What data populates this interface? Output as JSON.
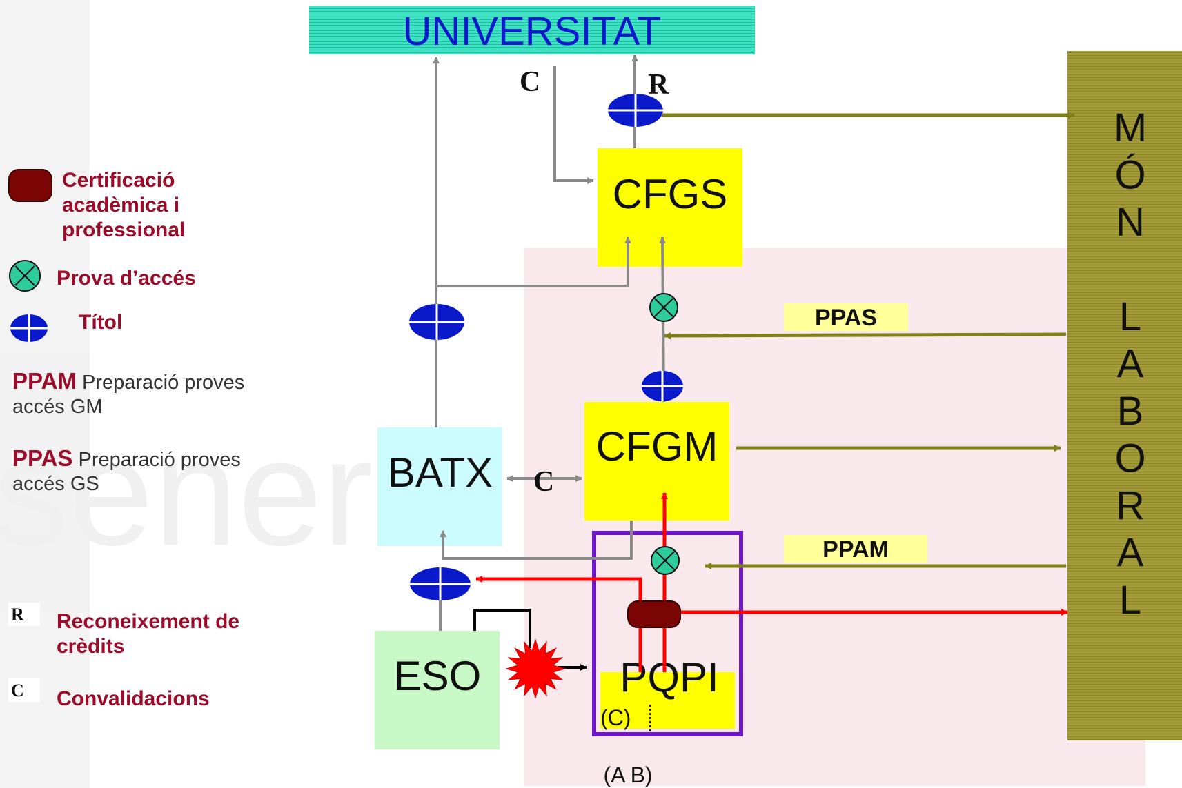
{
  "title": "UNIVERSITAT",
  "labor_market": "MÓN LABORAL",
  "labor_letters": [
    "M",
    "Ó",
    "N",
    "",
    "L",
    "A",
    "B",
    "O",
    "R",
    "A",
    "L"
  ],
  "boxes": {
    "cfgs": "CFGS",
    "cfgm": "CFGM",
    "batx": "BATX",
    "eso": "ESO",
    "pqpi": "PQPI",
    "pqpi_note": "(C)"
  },
  "footnote": "(A B)",
  "flow_labels": {
    "c_univ": "C",
    "r_univ": "R",
    "c_batx_cfgm": "C",
    "ppas": "PPAS",
    "ppam": "PPAM"
  },
  "legend": {
    "cert": "Certificació acadèmica i professional",
    "prova": "Prova d’accés",
    "titol": "Títol",
    "ppam_abbr": "PPAM",
    "ppam_desc": "Preparació proves accés GM",
    "ppas_abbr": "PPAS",
    "ppas_desc": "Preparació proves accés GS",
    "r_letter": "R",
    "r_text": "Reconeixement de crèdits",
    "c_letter": "C",
    "c_text": "Convalidacions"
  },
  "colors": {
    "univ": "#3fe3c4",
    "yellow": "#ffff00",
    "batx": "#ccfcff",
    "eso": "#c7f8c5",
    "labor": "#a39b38",
    "gray_arrow": "#8a8a8a",
    "olive_arrow": "#808018",
    "red_arrow": "#ff0000",
    "title_blue": "#0a1acb",
    "prova_green": "#2ecb9d",
    "cert_brown": "#7b0505",
    "pqpi_frame": "#6e17c7",
    "ppa_label_bg": "#ffff99",
    "legend_red": "#9b0b2a"
  },
  "icons": [
    "titol-icon",
    "prova-icon",
    "cert-icon",
    "burst-icon"
  ]
}
